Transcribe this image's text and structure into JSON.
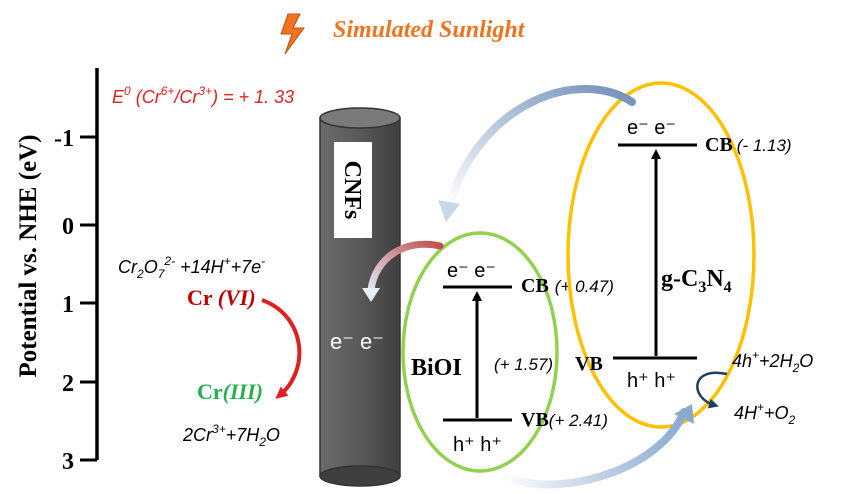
{
  "title": "Simulated Sunlight",
  "axis": {
    "label": "Potential vs. NHE (eV)",
    "ticks": [
      "-1",
      "0",
      "1",
      "2",
      "3"
    ]
  },
  "redox_potential": {
    "prefix": "E",
    "sup1": "0",
    "mid1": " (Cr",
    "sup2": "6+",
    "mid2": "/Cr",
    "sup3": "3+",
    "tail": ") =  + 1. 33"
  },
  "cr_reaction": {
    "reactant": {
      "a": "Cr",
      "sub1": "2",
      "b": "O",
      "sub2": "7",
      "sup1": "2-",
      "c": " +14H",
      "sup2": "+",
      "d": "+7e",
      "sup3": "-"
    },
    "cr6": {
      "element": "Cr ",
      "state": "(VI)"
    },
    "cr3": {
      "element": "Cr",
      "state": "(III)"
    },
    "product": {
      "a": "2Cr",
      "sup1": "3+",
      "b": "+7H",
      "sub1": "2",
      "c": "O"
    }
  },
  "cnfs": {
    "label": "CNFs",
    "electrons": "e⁻  e⁻"
  },
  "bioi": {
    "name": "BiOI",
    "cb_label": "CB",
    "cb_value": "(+ 0.47)",
    "vb_label": "VB",
    "vb_value": "(+ 2.41)",
    "electrons": "e⁻  e⁻",
    "holes": "h⁺  h⁺"
  },
  "gcn": {
    "name": {
      "a": "g-C",
      "sub1": "3",
      "b": "N",
      "sub2": "4"
    },
    "cb_label": "CB",
    "cb_value": "(- 1.13)",
    "vb_label": "VB",
    "vb_value": "(+ 1.57)",
    "electrons": "e⁻  e⁻",
    "holes": "h⁺  h⁺"
  },
  "water_oxidation": {
    "reactant": {
      "a": "4h",
      "sup1": "+",
      "b": "+2H",
      "sub1": "2",
      "c": "O"
    },
    "product": {
      "a": "4H",
      "sup1": "+",
      "b": "+O",
      "sub1": "2"
    }
  },
  "colors": {
    "title": "#f07320",
    "red": "#e02020",
    "dark_red": "#c00000",
    "green": "#20b050",
    "cnf_fill": "#595959",
    "bioi_ellipse": "#92d050",
    "gcn_ellipse": "#ffc000",
    "arrow_blue": "#5b8bc0",
    "dark_arrow": "#1f3f5f"
  }
}
